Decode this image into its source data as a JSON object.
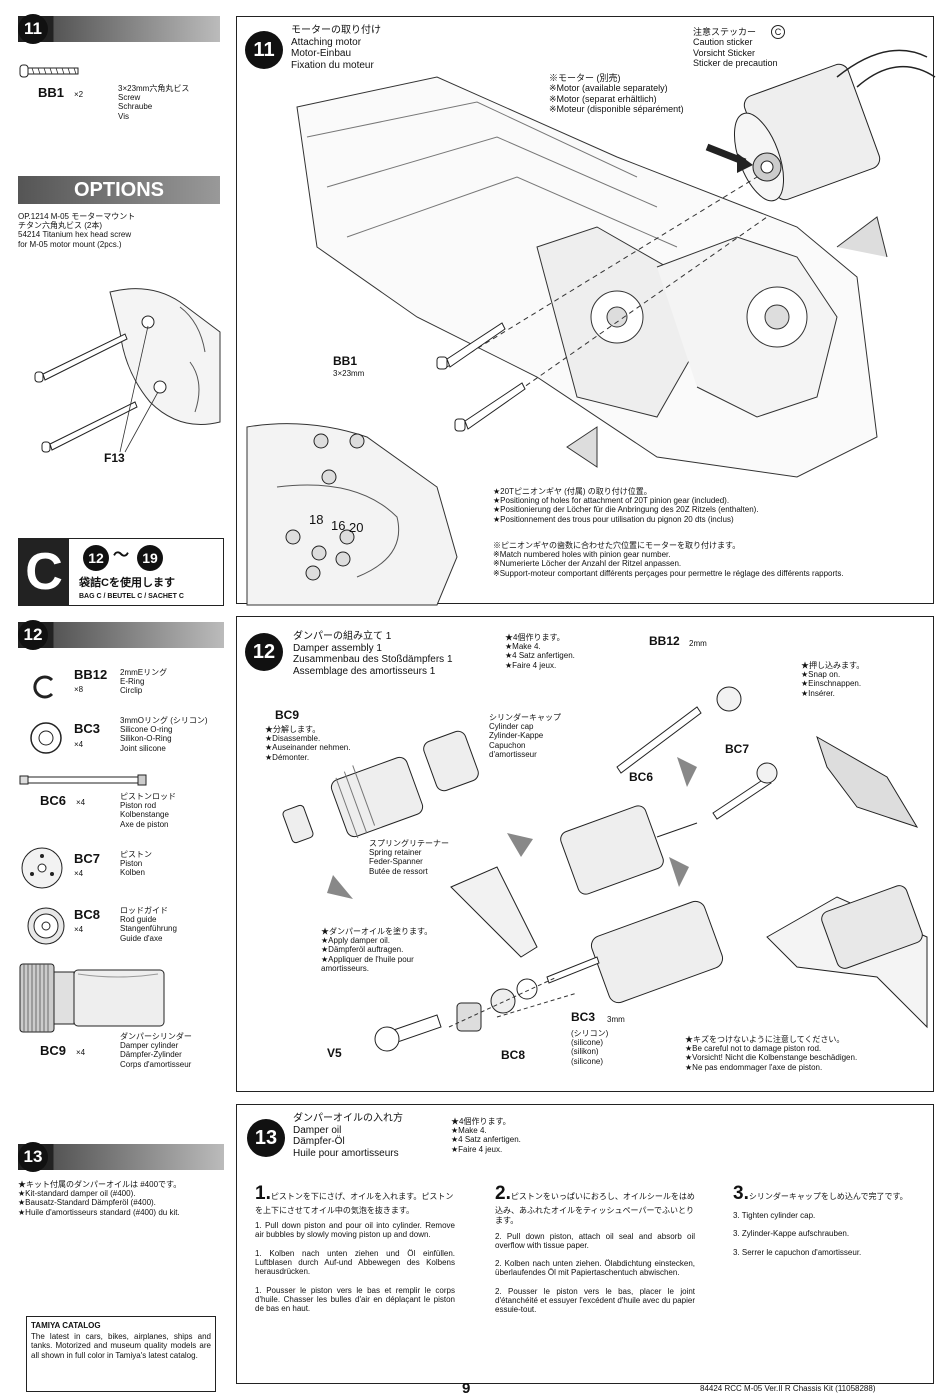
{
  "left": {
    "step11": {
      "number": "11",
      "part_code": "BB1",
      "qty": "×2",
      "desc": "3×23mm六角丸ビス\nScrew\nSchraube\nVis"
    },
    "options": {
      "title": "OPTIONS",
      "text": "OP.1214 M-05 モーターマウント\nチタン六角丸ビス (2本)\n54214 Titanium hex head screw\nfor M-05 motor mount (2pcs.)",
      "label": "F13"
    },
    "bag_c": {
      "letter": "C",
      "range_start": "12",
      "range_sep": "～",
      "range_end": "19",
      "jp": "袋詰Cを使用します",
      "multi": "BAG C / BEUTEL C / SACHET C"
    },
    "step12": {
      "number": "12",
      "parts": [
        {
          "code": "BB12",
          "qty": "×8",
          "desc": "2mmEリング\nE-Ring\nCirclip"
        },
        {
          "code": "BC3",
          "qty": "×4",
          "desc": "3mmOリング (シリコン)\nSilicone O-ring\nSilikon-O-Ring\nJoint silicone"
        },
        {
          "code": "BC6",
          "qty": "×4",
          "desc": "ピストンロッド\nPiston rod\nKolbenstange\nAxe de piston"
        },
        {
          "code": "BC7",
          "qty": "×4",
          "desc": "ピストン\nPiston\nKolben"
        },
        {
          "code": "BC8",
          "qty": "×4",
          "desc": "ロッドガイド\nRod guide\nStangenführung\nGuide d'axe"
        },
        {
          "code": "BC9",
          "qty": "×4",
          "desc": "ダンパーシリンダー\nDamper cylinder\nDämpfer-Zylinder\nCorps d'amortisseur"
        }
      ]
    },
    "step13": {
      "number": "13",
      "text": "★キット付属のダンパーオイルは #400です。\n★Kit-standard damper oil (#400).\n★Bausatz-Standard Dämpferöl (#400).\n★Huile d'amortisseurs standard (#400) du kit."
    },
    "catalog": {
      "title": "TAMIYA CATALOG",
      "text": "The latest in cars, bikes, airplanes, ships and tanks. Motorized and museum quality models are all shown in full color in Tamiya's latest catalog."
    }
  },
  "panel11": {
    "number": "11",
    "title": "モーターの取り付け\nAttaching motor\nMotor-Einbau\nFixation du moteur",
    "caution": "注意ステッカー\nCaution sticker\nVorsicht Sticker\nSticker de precaution",
    "caution_letter": "C",
    "motor": "※モーター (別売)\n※Motor (available separately)\n※Motor (separat erhältlich)\n※Moteur (disponible séparément)",
    "bb1": "BB1",
    "bb1_size": "3×23mm",
    "pinion_numbers": [
      "18",
      "16",
      "20"
    ],
    "note1": "★20Tピニオンギヤ (付属) の取り付け位置。\n★Positioning of holes for attachment of 20T pinion gear (included).\n★Positionierung der Löcher für die Anbringung des 20Z Ritzels (enthalten).\n★Positionnement des trous pour utilisation du pignon 20 dts (inclus)",
    "note2": "※ピニオンギヤの歯数に合わせた穴位置にモーターを取り付けます。\n※Match numbered holes with pinion gear number.\n※Numerierte Löcher der Anzahl der Ritzel anpassen.\n※Support-moteur comportant différents perçages pour permettre le réglage des différents rapports."
  },
  "panel12": {
    "number": "12",
    "title": "ダンパーの組み立て 1\nDamper assembly 1\nZusammenbau des Stoßdämpfers 1\nAssemblage des amortisseurs 1",
    "make4": "★4個作ります。\n★Make 4.\n★4 Satz anfertigen.\n★Faire 4 jeux.",
    "bb12": "BB12",
    "bb12_size": "2mm",
    "snap": "★押し込みます。\n★Snap on.\n★Einschnappen.\n★Insérer.",
    "bc9": "BC9",
    "disassemble": "★分解します。\n★Disassemble.\n★Auseinander nehmen.\n★Démonter.",
    "cap": "シリンダーキャップ\nCylinder cap\nZylinder-Kappe\nCapuchon\nd'amortisseur",
    "retainer": "スプリングリテーナー\nSpring retainer\nFeder-Spanner\nButée de ressort",
    "bc6": "BC6",
    "bc7": "BC7",
    "oil": "★ダンパーオイルを塗ります。\n★Apply damper oil.\n★Dämpferöl auftragen.\n★Appliquer de l'huile pour amortisseurs.",
    "bc3": "BC3",
    "bc3_size": "3mm",
    "bc3_sil": "(シリコン)\n(silicone)\n(silikon)\n(silicone)",
    "bc8": "BC8",
    "v5": "V5",
    "careful": "★キズをつけないように注意してください。\n★Be careful not to damage piston rod.\n★Vorsicht! Nicht die Kolbenstange beschädigen.\n★Ne pas endommager l'axe de piston."
  },
  "panel13": {
    "number": "13",
    "title": "ダンパーオイルの入れ方\nDamper oil\nDämpfer-Öl\nHuile pour amortisseurs",
    "make4": "★4個作ります。\n★Make 4.\n★4 Satz anfertigen.\n★Faire 4 jeux.",
    "col1_num": "1.",
    "col1_jp": "ピストンを下にさげ、オイルを入れます。ピストンを上下にさせてオイル中の気泡を抜きます。",
    "col1_text": "1. Pull down piston and pour oil into cylinder. Remove air bubbles by slowly moving piston up and down.\n\n1. Kolben nach unten ziehen und Öl einfüllen. Luftblasen durch Auf-und Abbewegen des Kolbens herausdrücken.\n\n1. Pousser le piston vers le bas et remplir le corps d'huile. Chasser les bulles d'air en déplaçant le piston de bas en haut.",
    "col2_num": "2.",
    "col2_jp": "ピストンをいっぱいにおろし、オイルシールをはめ込み、あふれたオイルをティッシュペーパーでふいとります。",
    "col2_text": "2. Pull down piston, attach oil seal and absorb oil overflow with tissue paper.\n\n2. Kolben nach unten ziehen. Ölabdichtung einstecken, überlaufendes Öl mit Papiertaschentuch abwischen.\n\n2. Pousser le piston vers le bas, placer le joint d'étanchéité et essuyer l'excédent d'huile avec du papier essuie-tout.",
    "col3_num": "3.",
    "col3_jp": "シリンダーキャップをしめ込んで完了です。",
    "col3_text": "3. Tighten cylinder cap.\n\n3. Zylinder-Kappe aufschrauben.\n\n3. Serrer le capuchon d'amortisseur."
  },
  "footer": {
    "page": "9",
    "model": "84424 RCC M-05 Ver.II R Chassis Kit (11058288)"
  }
}
